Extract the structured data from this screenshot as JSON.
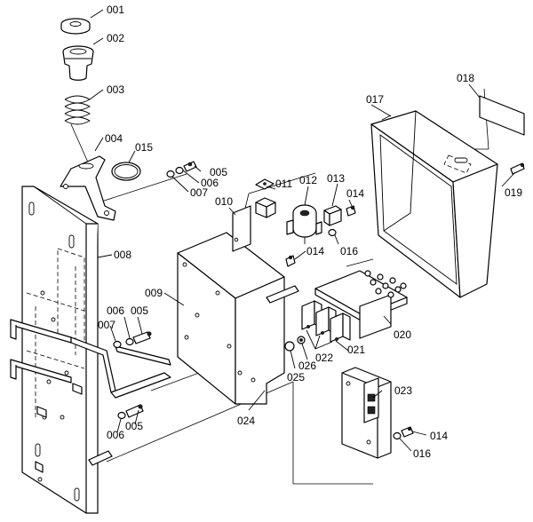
{
  "diagram": {
    "callouts": [
      {
        "id": "c001",
        "label": "001"
      },
      {
        "id": "c002",
        "label": "002"
      },
      {
        "id": "c003",
        "label": "003"
      },
      {
        "id": "c004",
        "label": "004"
      },
      {
        "id": "c015",
        "label": "015"
      },
      {
        "id": "c005a",
        "label": "005"
      },
      {
        "id": "c006a",
        "label": "006"
      },
      {
        "id": "c007a",
        "label": "007"
      },
      {
        "id": "c008",
        "label": "008"
      },
      {
        "id": "c010",
        "label": "010"
      },
      {
        "id": "c011",
        "label": "011"
      },
      {
        "id": "c012",
        "label": "012"
      },
      {
        "id": "c013",
        "label": "013"
      },
      {
        "id": "c014a",
        "label": "014"
      },
      {
        "id": "c016a",
        "label": "016"
      },
      {
        "id": "c014b",
        "label": "014"
      },
      {
        "id": "c017",
        "label": "017"
      },
      {
        "id": "c018",
        "label": "018"
      },
      {
        "id": "c019",
        "label": "019"
      },
      {
        "id": "c009",
        "label": "009"
      },
      {
        "id": "c006b",
        "label": "006"
      },
      {
        "id": "c005b",
        "label": "005"
      },
      {
        "id": "c007b",
        "label": "007"
      },
      {
        "id": "c020",
        "label": "020"
      },
      {
        "id": "c021",
        "label": "021"
      },
      {
        "id": "c022",
        "label": "022"
      },
      {
        "id": "c026",
        "label": "026"
      },
      {
        "id": "c025",
        "label": "025"
      },
      {
        "id": "c024",
        "label": "024"
      },
      {
        "id": "c023",
        "label": "023"
      },
      {
        "id": "c014c",
        "label": "014"
      },
      {
        "id": "c016b",
        "label": "016"
      },
      {
        "id": "c006c",
        "label": "006"
      },
      {
        "id": "c005c",
        "label": "005"
      }
    ]
  }
}
